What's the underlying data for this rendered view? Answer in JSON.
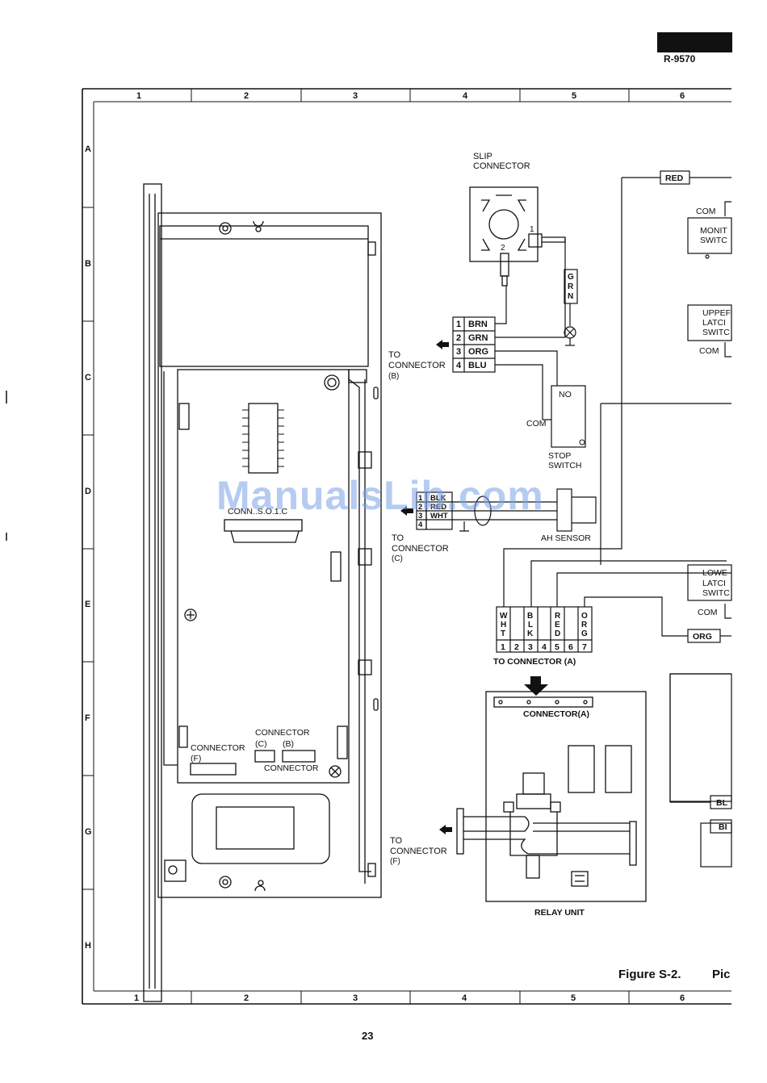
{
  "header": {
    "model": "R-9570"
  },
  "page_number": "23",
  "watermark": "ManualsLib.com",
  "grid": {
    "columns": [
      "1",
      "2",
      "3",
      "4",
      "5",
      "6"
    ],
    "rows": [
      "A",
      "B",
      "C",
      "D",
      "E",
      "F",
      "G",
      "H"
    ]
  },
  "slip_connector": {
    "title_line1": "SLIP",
    "title_line2": "CONNECTOR",
    "pin1": "1",
    "pin2": "2",
    "wire_grn": [
      "G",
      "R",
      "N"
    ]
  },
  "connector_b": {
    "rows": [
      {
        "num": "1",
        "color": "BRN"
      },
      {
        "num": "2",
        "color": "GRN"
      },
      {
        "num": "3",
        "color": "ORG"
      },
      {
        "num": "4",
        "color": "BLU"
      }
    ],
    "to_line1": "TO",
    "to_line2": "CONNECTOR",
    "to_line3": "(B)"
  },
  "stop_switch": {
    "no": "NO",
    "com": "COM",
    "label_line1": "STOP",
    "label_line2": "SWITCH"
  },
  "ah_sensor": {
    "rows": [
      {
        "num": "1",
        "color": "BLK"
      },
      {
        "num": "2",
        "color": "RED"
      },
      {
        "num": "3",
        "color": "WHT"
      },
      {
        "num": "4",
        "color": ""
      }
    ],
    "label": "AH SENSOR",
    "to_line1": "TO",
    "to_line2": "CONNECTOR",
    "to_line3": "(C)"
  },
  "connector_a": {
    "colors": [
      {
        "pin": "1",
        "letters": [
          "W",
          "H",
          "T"
        ]
      },
      {
        "pin": "2",
        "letters": []
      },
      {
        "pin": "3",
        "letters": [
          "B",
          "L",
          "K"
        ]
      },
      {
        "pin": "4",
        "letters": []
      },
      {
        "pin": "5",
        "letters": [
          "R",
          "E",
          "D"
        ]
      },
      {
        "pin": "6",
        "letters": []
      },
      {
        "pin": "7",
        "letters": [
          "O",
          "R",
          "G"
        ]
      }
    ],
    "label": "TO CONNECTOR (A)"
  },
  "relay_unit": {
    "connector_label": "CONNECTOR(A)",
    "label": "RELAY UNIT",
    "to_line1": "TO",
    "to_line2": "CONNECTOR",
    "to_line3": "(F)"
  },
  "control_panel": {
    "connector_label": "CONN..S.O.1.C",
    "connector_c_line1": "CONNECTOR",
    "connector_c_line2": "(C)",
    "connector_b_line": "(B)",
    "connector_f_line1": "CONNECTOR",
    "connector_f_line2": "(F)",
    "connector_bottom": "CONNECTOR"
  },
  "right_side": {
    "red_wire": "RED",
    "org_wire": "ORG",
    "monitor_com": "COM",
    "monitor_line1": "MONIT",
    "monitor_line2": "SWITC",
    "upper_line1": "UPPEF",
    "upper_line2": "LATCI",
    "upper_line3": "SWITC",
    "upper_com": "COM",
    "lower_line1": "LOWE",
    "lower_line2": "LATCI",
    "lower_line3": "SWITC",
    "lower_com": "COM",
    "bl_top": "BL",
    "bl_bottom": "BI"
  },
  "caption": {
    "figure": "Figure S-2.",
    "title_fragment": "Pic"
  }
}
